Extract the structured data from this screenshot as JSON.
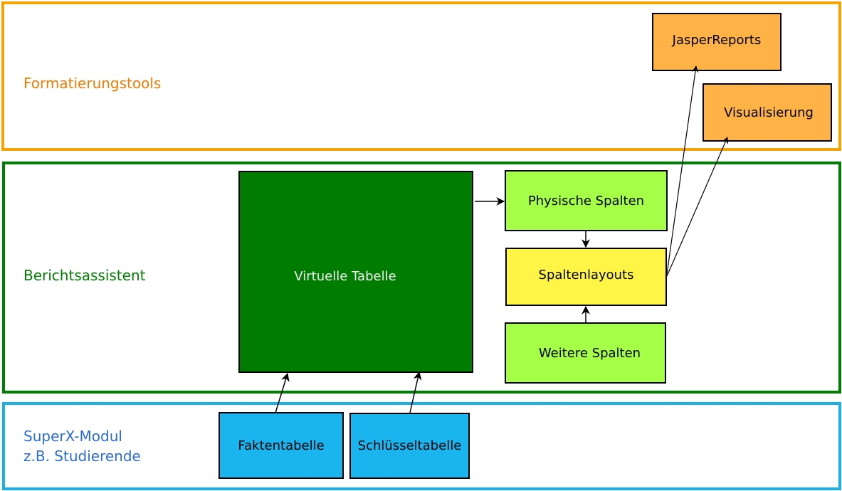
{
  "layers": {
    "formatting": {
      "label": "Formatierungstools",
      "color": "#f5a300",
      "label_color": "#f57a00"
    },
    "report_assistant": {
      "label": "Berichtsassistent",
      "color": "#008000",
      "label_color": "#008000"
    },
    "module": {
      "label": "SuperX-Modul\nz.B. Studierende",
      "color": "#1ab0e8",
      "label_color": "#2a6be0"
    }
  },
  "nodes": {
    "jasperreports": {
      "label": "JasperReports",
      "fill": "#ffb347"
    },
    "visualisierung": {
      "label": "Visualisierung",
      "fill": "#ffb347"
    },
    "virtuelle_tabelle": {
      "label": "Virtuelle Tabelle",
      "fill": "#007c00",
      "text_color": "#f0f0f0"
    },
    "physische_spalten": {
      "label": "Physische Spalten",
      "fill": "#a6ff47"
    },
    "spaltenlayouts": {
      "label": "Spaltenlayouts",
      "fill": "#fff547"
    },
    "weitere_spalten": {
      "label": "Weitere Spalten",
      "fill": "#a6ff47"
    },
    "faktentabelle": {
      "label": "Faktentabelle",
      "fill": "#1ab4ee"
    },
    "schluesseltabelle": {
      "label": "Schlüsseltabelle",
      "fill": "#1ab4ee"
    }
  },
  "edges": [
    {
      "from": "faktentabelle",
      "to": "virtuelle_tabelle"
    },
    {
      "from": "schluesseltabelle",
      "to": "virtuelle_tabelle"
    },
    {
      "from": "virtuelle_tabelle",
      "to": "physische_spalten"
    },
    {
      "from": "physische_spalten",
      "to": "spaltenlayouts"
    },
    {
      "from": "weitere_spalten",
      "to": "spaltenlayouts"
    },
    {
      "from": "spaltenlayouts",
      "to": "jasperreports"
    },
    {
      "from": "spaltenlayouts",
      "to": "visualisierung"
    }
  ]
}
